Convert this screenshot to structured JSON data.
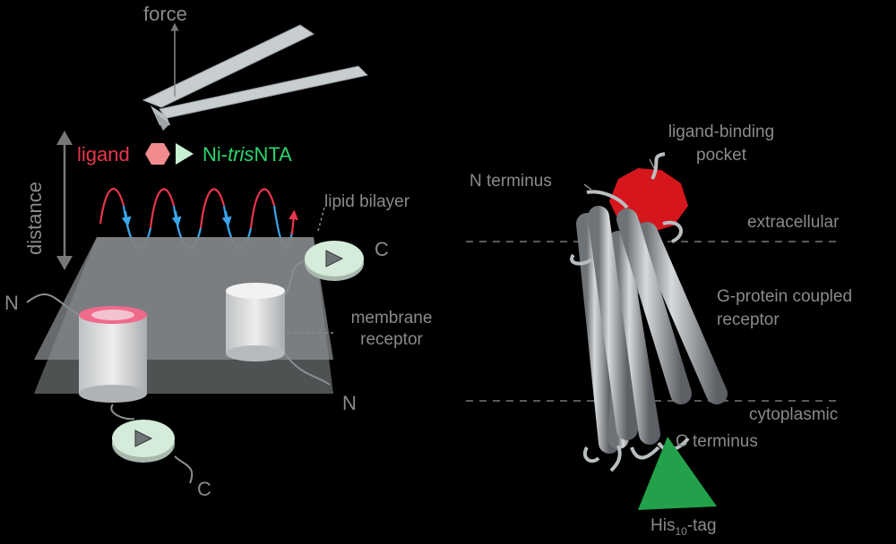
{
  "left_panel": {
    "force_label": "force",
    "distance_label": "distance",
    "ligand_label": "ligand",
    "tris_label": {
      "prefix": "Ni-",
      "italic": "tris",
      "suffix": "NTA"
    },
    "lipid_bilayer_label": "lipid bilayer",
    "membrane_receptor_label": [
      "membrane",
      "receptor"
    ],
    "terminus_labels": {
      "n_left": "N",
      "c_right": "C",
      "n_right": "N",
      "c_bottom": "C"
    }
  },
  "right_panel": {
    "ligand_pocket_label": [
      "ligand-binding",
      "pocket"
    ],
    "n_terminus_label": "N terminus",
    "extracellular_label": "extracellular",
    "gpcr_label": [
      "G-protein coupled",
      "receptor"
    ],
    "cytoplasmic_label": "cytoplasmic",
    "c_terminus_label": "C terminus",
    "his_tag_label": {
      "base": "His",
      "sub": "10",
      "suffix": "-tag"
    }
  },
  "colors": {
    "ligand_red": "#e8364c",
    "tris_green": "#2bd66d",
    "label_gray": "#8a8a8a",
    "helix_gray": "#a9aeb2",
    "pocket_red": "#d5161c",
    "tag_green": "#22a14a",
    "wave_blue": "#3aa6e8"
  }
}
